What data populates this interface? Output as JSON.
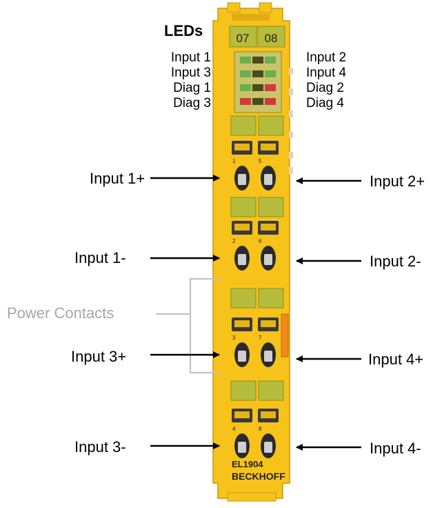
{
  "title": "LEDs",
  "channel_labels": [
    "07",
    "08"
  ],
  "led_labels": {
    "left": [
      "Input 1",
      "Input 3",
      "Diag 1",
      "Diag 3"
    ],
    "right": [
      "Input 2",
      "Input 4",
      "Diag 2",
      "Diag 4"
    ]
  },
  "terminal_labels_left": [
    "Input 1+",
    "Input 1-",
    "Input 3+",
    "Input 3-"
  ],
  "terminal_labels_right": [
    "Input 2+",
    "Input 2-",
    "Input 4+",
    "Input 4-"
  ],
  "terminal_numbers_left": [
    "1",
    "2",
    "3",
    "4"
  ],
  "terminal_numbers_right": [
    "5",
    "6",
    "7",
    "8"
  ],
  "power_contacts_label": "Power Contacts",
  "model": "EL1904",
  "brand": "BECKHOFF",
  "colors": {
    "housing": "#f7c21a",
    "panel": "#b6bd3c",
    "led_green": "#6ab04c",
    "led_red": "#d13a3a",
    "orange_strip": "#f08a1a",
    "bracket": "#bfbfbf"
  }
}
